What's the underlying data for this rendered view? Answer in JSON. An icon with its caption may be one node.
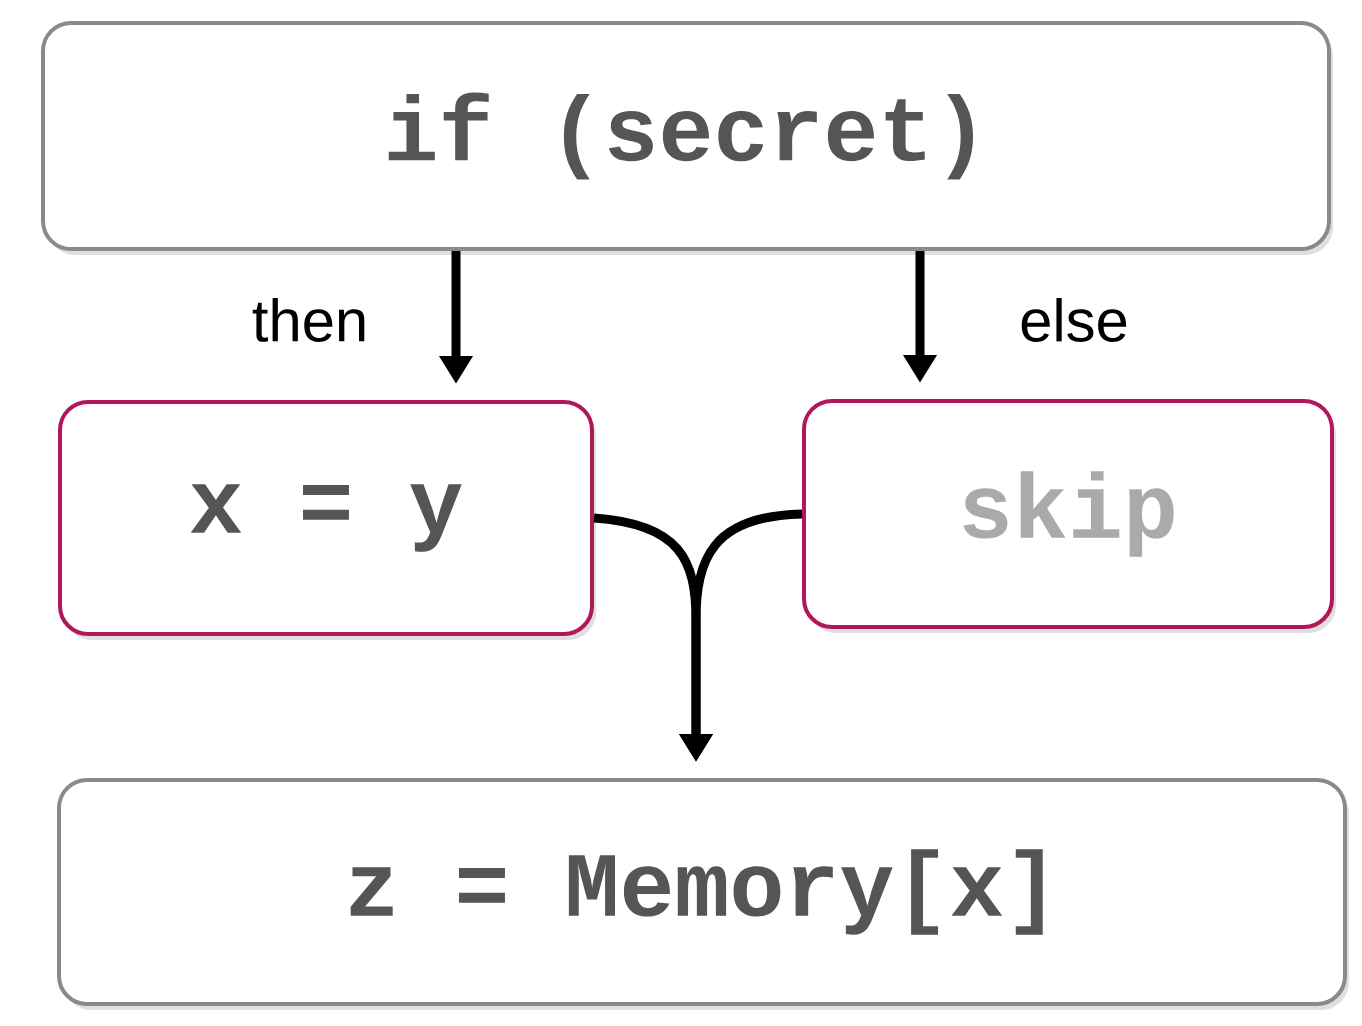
{
  "diagram": {
    "nodes": [
      {
        "text": [
          "if (secret)"
        ]
      },
      {
        "text": [
          "x = y"
        ]
      },
      {
        "text": [
          "skip"
        ]
      },
      {
        "text": [
          "z = Memory[x]"
        ]
      }
    ],
    "edges": [
      {
        "from": 0,
        "to": 1,
        "arrow": "to",
        "label": "then"
      },
      {
        "from": 0,
        "to": 2,
        "arrow": "to",
        "label": "else"
      },
      {
        "from": 1,
        "to": 3,
        "arrow": "to"
      },
      {
        "from": 2,
        "to": 3,
        "arrow": "to"
      }
    ]
  }
}
